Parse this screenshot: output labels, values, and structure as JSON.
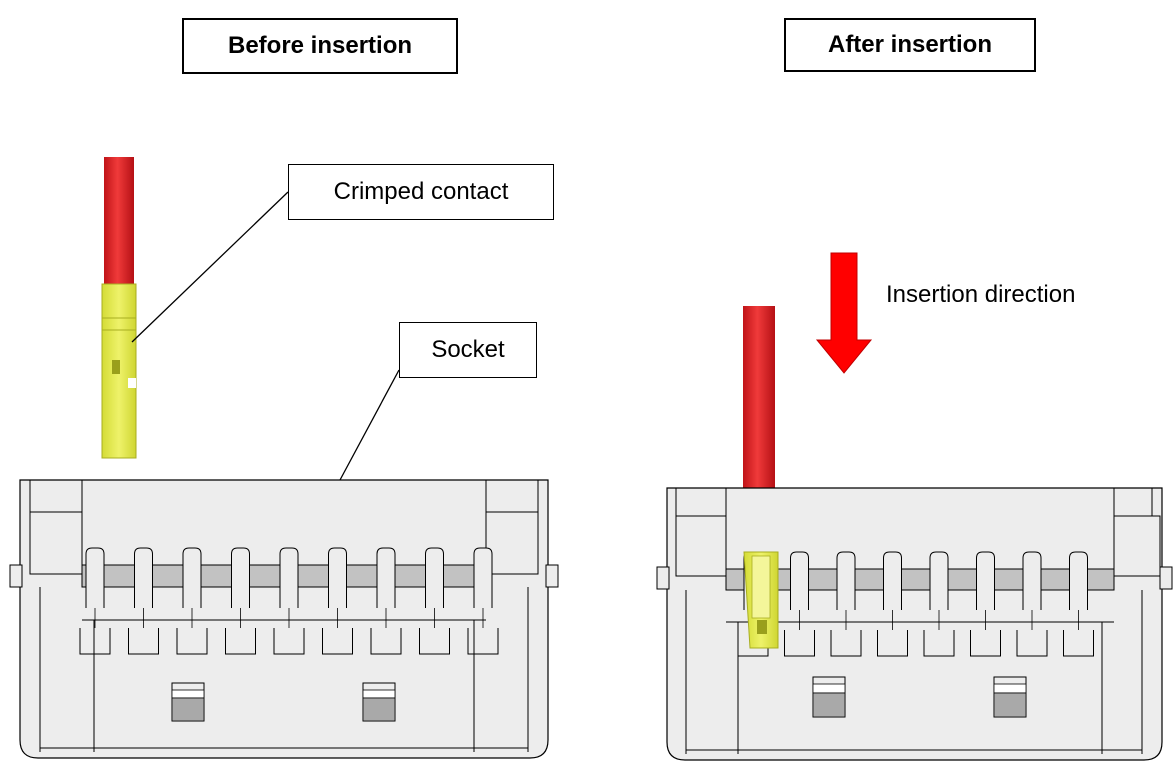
{
  "panels": {
    "before": {
      "title": "Before insertion"
    },
    "after": {
      "title": "After insertion"
    }
  },
  "callouts": {
    "crimped_contact": "Crimped contact",
    "socket": "Socket",
    "insertion_direction": "Insertion direction"
  },
  "colors": {
    "wire": "#e8262a",
    "contact": "#e4ec50",
    "housing": "#ededed",
    "housing_shade": "#c2c2c2",
    "arrow": "#ff0000",
    "outline": "#000000"
  }
}
